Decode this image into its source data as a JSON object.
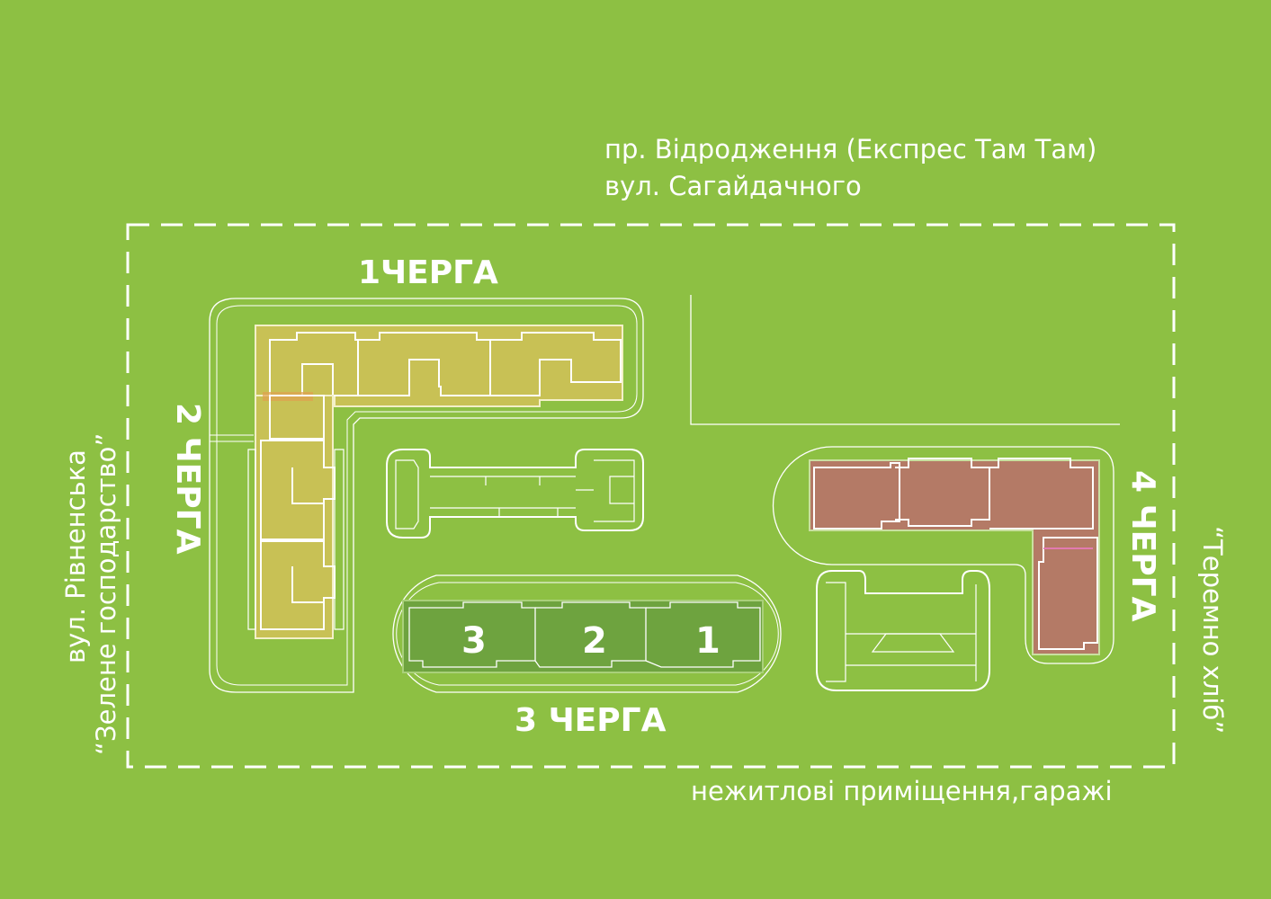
{
  "streets": {
    "top_line1": "пр. Відродження (Експрес Там Там)",
    "top_line2": "вул. Сагайдачного",
    "left_line1": "вул. Рівненська",
    "left_line2": "“Зелене господарство”",
    "right": "“Теремно хліб”",
    "bottom": "нежитлові приміщення,гаражі"
  },
  "queues": {
    "q1": "1ЧЕРГА",
    "q2": "2 ЧЕРГА",
    "q3": "3 ЧЕРГА",
    "q4": "4 ЧЕРГА"
  },
  "sections": {
    "s3": "3",
    "s2": "2",
    "s1": "1"
  },
  "colors": {
    "background": "#8dc043",
    "queue1_2": "#c8c155",
    "queue3": "#6ea33f",
    "queue4": "#b47a66",
    "lines": "#ffffff"
  }
}
